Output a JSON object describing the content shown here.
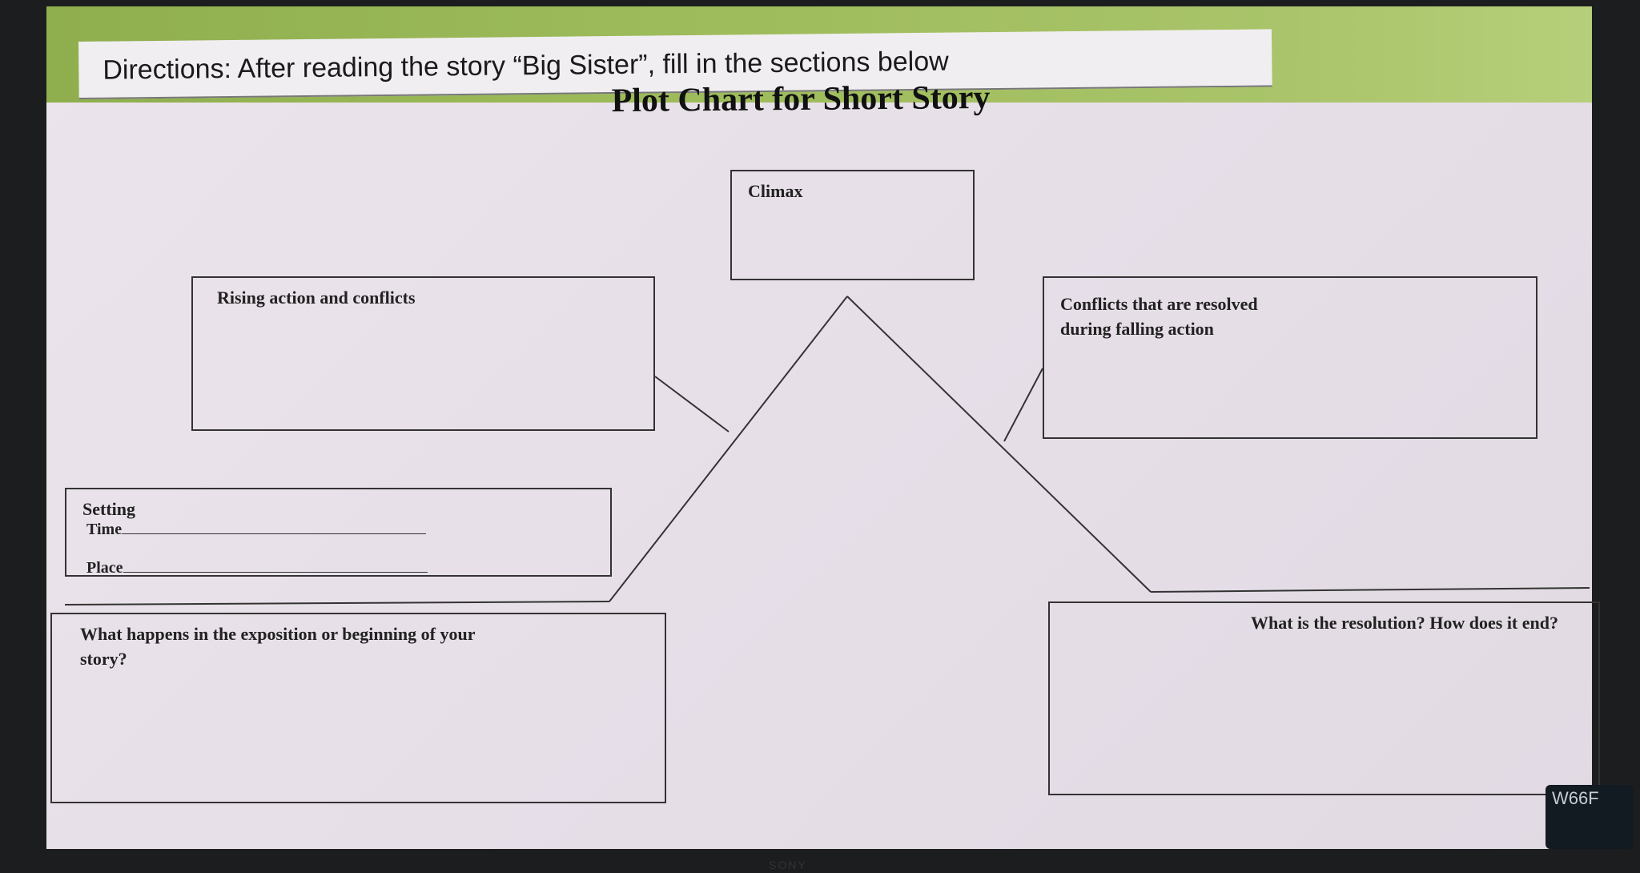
{
  "directions": "Directions: After reading the story “Big Sister”, fill in the  sections below",
  "title": "Plot Chart for Short Story",
  "boxes": {
    "climax": "Climax",
    "rising": "Rising action and conflicts",
    "falling": "Conflicts that are resolved during falling action",
    "setting": "Setting",
    "time": "Time",
    "place": "Place",
    "exposition": "What happens in the exposition or beginning of your story?",
    "resolution": "What is the resolution?  How does it end?"
  },
  "monitor": {
    "model": "W66F",
    "brand": "SONY"
  }
}
